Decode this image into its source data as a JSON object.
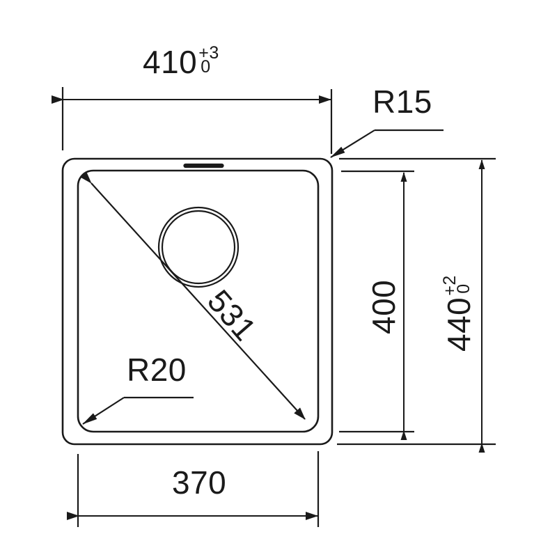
{
  "drawing": {
    "title_visible": false,
    "subject": "undermount-kitchen-sink-technical-drawing",
    "units_implied": "mm",
    "line_color": "#1a1a1a",
    "background_color": "#ffffff"
  },
  "dimensions": {
    "top_width": {
      "value": "410",
      "tolerance_upper": "+3",
      "tolerance_lower": "0",
      "orientation": "horizontal",
      "name": "outer-width"
    },
    "bottom_width": {
      "value": "370",
      "tolerance_upper": "",
      "tolerance_lower": "",
      "orientation": "horizontal",
      "name": "bowl-width"
    },
    "inner_height": {
      "value": "400",
      "tolerance_upper": "",
      "tolerance_lower": "",
      "orientation": "vertical",
      "name": "bowl-height"
    },
    "outer_height": {
      "value": "440",
      "tolerance_upper": "+2",
      "tolerance_lower": "0",
      "orientation": "vertical",
      "name": "outer-height"
    },
    "diagonal": {
      "value": "531",
      "tolerance_upper": "",
      "tolerance_lower": "",
      "orientation": "diagonal",
      "name": "bowl-diagonal"
    }
  },
  "radii": {
    "corner_outer": {
      "label": "R15",
      "name": "outer-corner-radius"
    },
    "corner_inner": {
      "label": "R20",
      "name": "bowl-corner-radius"
    }
  },
  "features": {
    "drain": {
      "name": "drain-hole",
      "shape": "double-circle"
    },
    "overflow": {
      "name": "overflow-slot",
      "shape": "thin-rounded-slot"
    },
    "outer_body": {
      "name": "sink-outer-outline",
      "shape": "rounded-rectangle"
    },
    "inner_bowl": {
      "name": "sink-bowl-outline",
      "shape": "rounded-rectangle"
    }
  }
}
